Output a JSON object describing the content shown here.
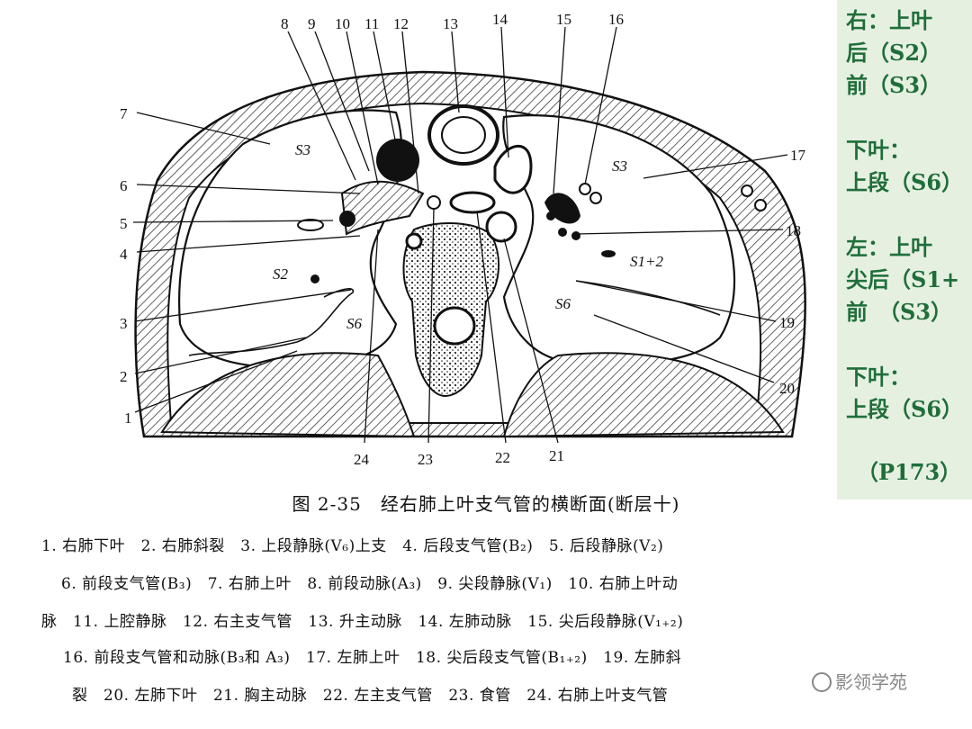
{
  "figure": {
    "caption": "图 2-35　经右肺上叶支气管的横断面(断层十)",
    "region_labels": [
      "S3",
      "S3",
      "S2",
      "S6",
      "S1+2",
      "S6"
    ],
    "callout_numbers": [
      "1",
      "2",
      "3",
      "4",
      "5",
      "6",
      "7",
      "8",
      "9",
      "10",
      "11",
      "12",
      "13",
      "14",
      "15",
      "16",
      "17",
      "18",
      "19",
      "20",
      "21",
      "22",
      "23",
      "24"
    ]
  },
  "side_panel": {
    "lines": [
      "右：上叶",
      "后（S2）",
      "前（S3）",
      "",
      "下叶：",
      "上段（S6）",
      "",
      "左：上叶",
      "尖后（S1+",
      "前　（S3）",
      "",
      "下叶：",
      "上段（S6）",
      "",
      "（P173）"
    ]
  },
  "legend": {
    "lines": [
      "1. 右肺下叶　2. 右肺斜裂　3. 上段静脉(V₆)上支　4. 后段支气管(B₂)　5. 后段静脉(V₂)",
      "6. 前段支气管(B₃)　7. 右肺上叶　8. 前段动脉(A₃)　9. 尖段静脉(V₁)　10. 右肺上叶动",
      "脉　11. 上腔静脉　12. 右主支气管　13. 升主动脉　14. 左肺动脉　15. 尖后段静脉(V₁₊₂)",
      "16. 前段支气管和动脉(B₃和 A₃)　17. 左肺上叶　18. 尖后段支气管(B₁₊₂)　19. 左肺斜",
      "裂　20. 左肺下叶　21. 胸主动脉　22. 左主支气管　23. 食管　24. 右肺上叶支气管"
    ]
  },
  "watermark": "影领学苑",
  "colors": {
    "side_panel_bg": "#e6f0e1",
    "side_text": "#1f6e3a"
  }
}
